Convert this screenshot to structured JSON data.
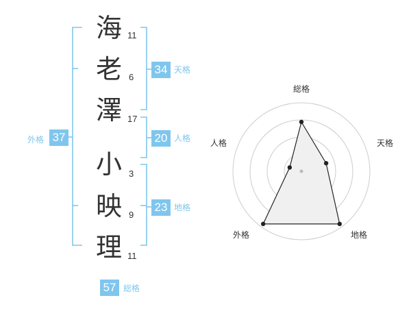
{
  "name": {
    "chars": [
      {
        "char": "海",
        "strokes": "11"
      },
      {
        "char": "老",
        "strokes": "6"
      },
      {
        "char": "澤",
        "strokes": "17"
      },
      {
        "char": "小",
        "strokes": "3"
      },
      {
        "char": "映",
        "strokes": "9"
      },
      {
        "char": "理",
        "strokes": "11"
      }
    ]
  },
  "fortune": {
    "ten": {
      "label": "天格",
      "value": "34"
    },
    "jin": {
      "label": "人格",
      "value": "20"
    },
    "chi": {
      "label": "地格",
      "value": "23"
    },
    "gai": {
      "label": "外格",
      "value": "37"
    },
    "sou": {
      "label": "総格",
      "value": "57"
    }
  },
  "radar": {
    "axis_labels": {
      "top": "総格",
      "right": "天格",
      "bottom_right": "地格",
      "bottom_left": "外格",
      "left": "人格"
    },
    "levels": 4,
    "scores": {
      "sou": 0.72,
      "ten": 0.38,
      "chi": 0.95,
      "gai": 0.95,
      "jin": 0.18
    }
  },
  "colors": {
    "accent": "#7fc6ee",
    "text": "#333333",
    "grid": "#cccccc"
  }
}
